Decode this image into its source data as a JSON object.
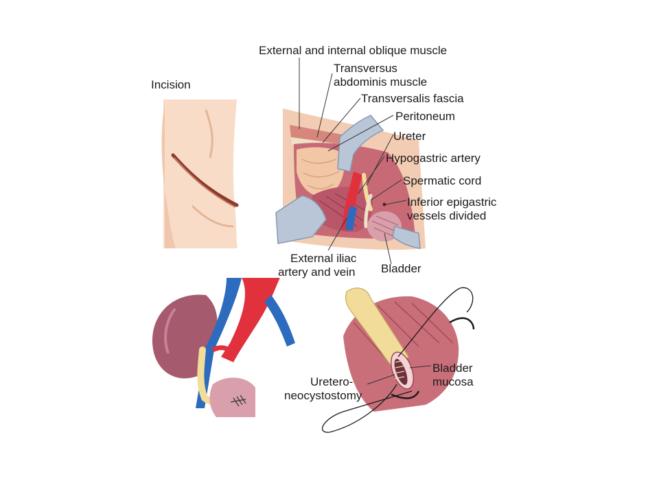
{
  "figure": {
    "panel_incision": {
      "label": "Incision"
    },
    "panel_exposure": {
      "labels": {
        "oblique_muscle": "External and internal oblique muscle",
        "transversus_line1": "Transversus",
        "transversus_line2": "abdominis muscle",
        "transversalis_fascia": "Transversalis fascia",
        "peritoneum": "Peritoneum",
        "ureter": "Ureter",
        "hypogastric_artery": "Hypogastric artery",
        "spermatic_cord": "Spermatic cord",
        "epigastric_line1": "Inferior epigastric",
        "epigastric_line2": "vessels divided",
        "iliac_line1": "External iliac",
        "iliac_line2": "artery and vein",
        "bladder": "Bladder"
      }
    },
    "panel_anastomosis": {
      "labels": {
        "bladder_mucosa_line1": "Bladder",
        "bladder_mucosa_line2": "mucosa",
        "ureteroneocystostomy_line1": "Uretero-",
        "ureteroneocystostomy_line2": "neocystostomy"
      }
    }
  },
  "colors": {
    "skin": "#f8dcc8",
    "skin_shadow": "#e9bfa4",
    "muscle": "#c96f7a",
    "muscle_dark": "#9e4652",
    "artery": "#e0313c",
    "vein": "#2c6bbd",
    "ureter": "#f2dc9a",
    "retractor": "#b9c6d8",
    "kidney": "#a65a6e",
    "bladder": "#d9a0ac",
    "leader": "#333333"
  }
}
